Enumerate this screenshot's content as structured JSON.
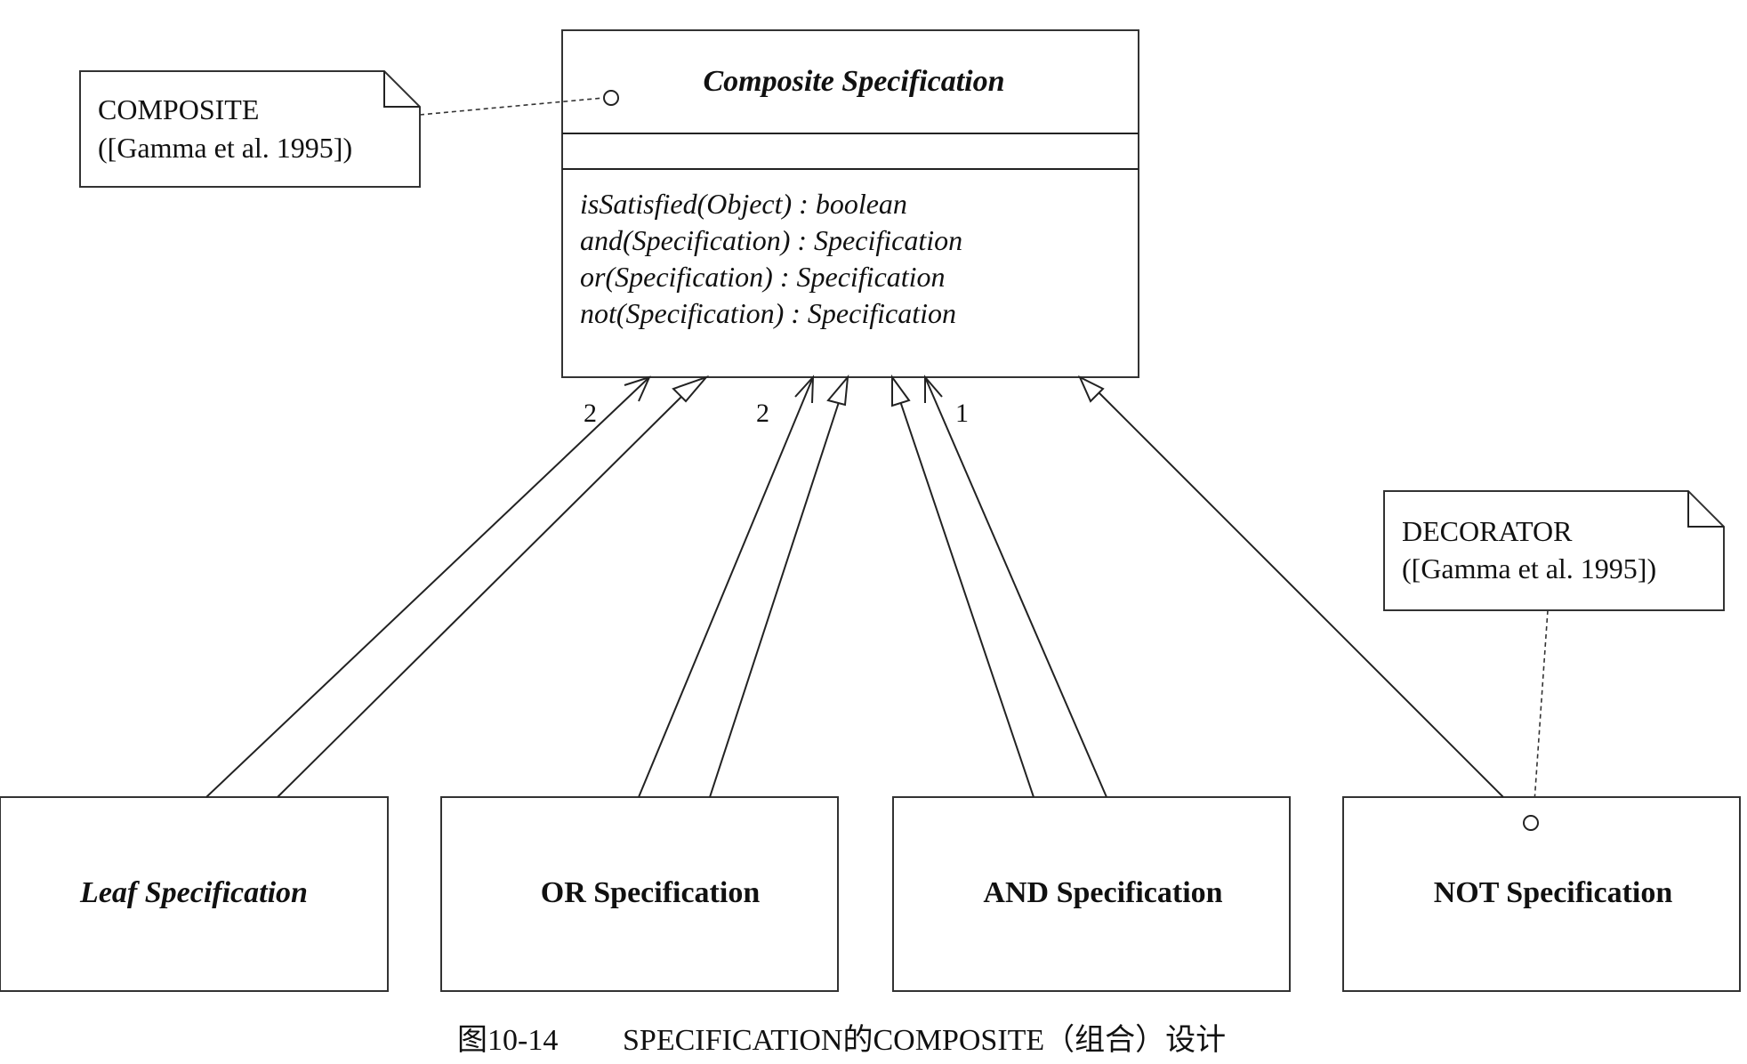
{
  "composite": {
    "title": "Composite Specification",
    "operations": [
      "isSatisfied(Object) : boolean",
      "and(Specification) : Specification",
      "or(Specification) : Specification",
      "not(Specification) : Specification"
    ]
  },
  "notes": {
    "composite": {
      "line1": "COMPOSITE",
      "line2": "([Gamma et al. 1995])"
    },
    "decorator": {
      "line1": "DECORATOR",
      "line2": "([Gamma et al. 1995])"
    }
  },
  "subclasses": {
    "leaf": "Leaf Specification",
    "or": "OR Specification",
    "and": "AND Specification",
    "not": "NOT Specification"
  },
  "multiplicities": {
    "or_assoc": "2",
    "and_assoc": "2",
    "not_assoc": "1"
  },
  "caption": {
    "figure": "图10-14",
    "text": "SPECIFICATION的COMPOSITE（组合）设计"
  }
}
